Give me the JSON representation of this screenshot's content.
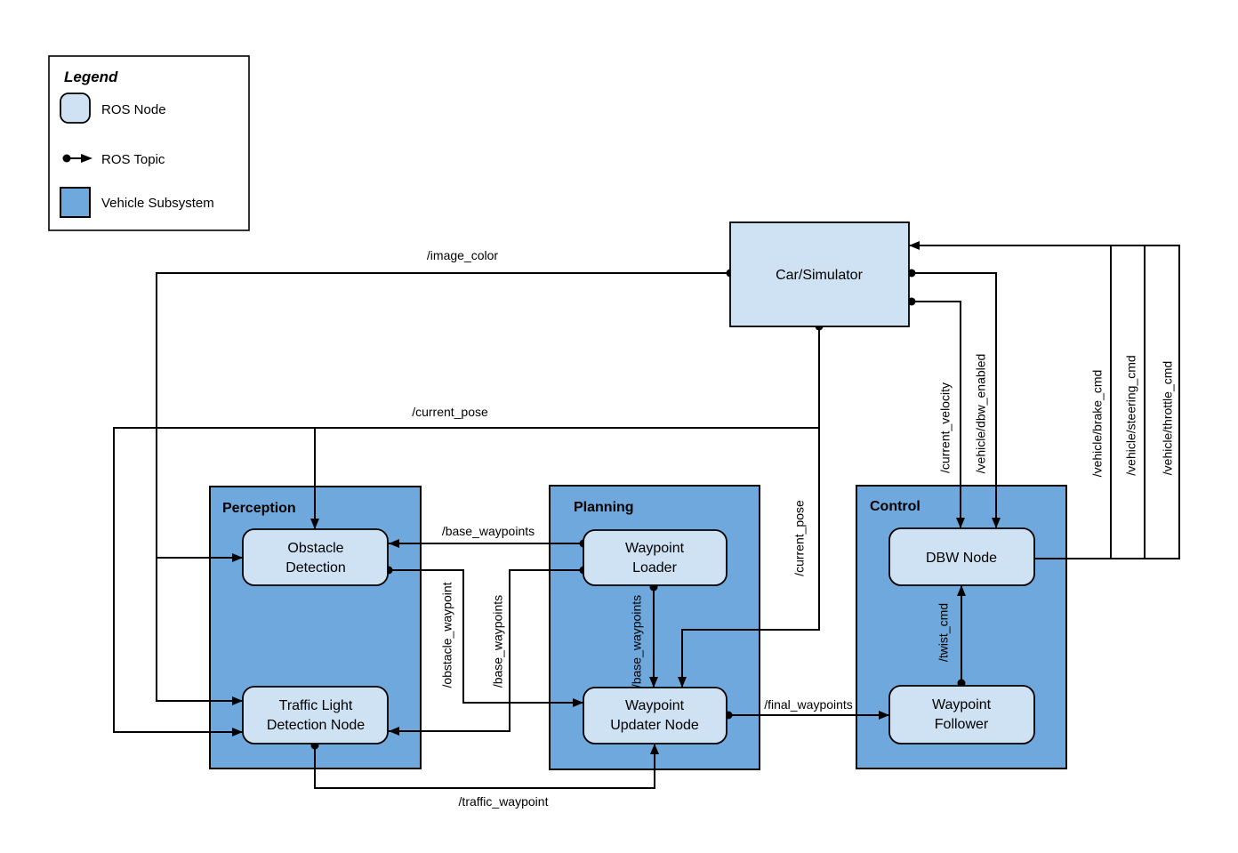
{
  "colors": {
    "ros_node_fill": "#cfe2f3",
    "vehicle_subsystem_fill": "#6fa8dc",
    "connector": "#000000",
    "border": "#000000",
    "background": "#ffffff"
  },
  "legend": {
    "title": "Legend",
    "items": [
      {
        "label": "ROS Node",
        "swatch": "ros-node"
      },
      {
        "label": "ROS Topic",
        "swatch": "topic-arrow"
      },
      {
        "label": "Vehicle Subsystem",
        "swatch": "vehicle-subsystem"
      }
    ]
  },
  "subsystems": {
    "perception": {
      "title": "Perception"
    },
    "planning": {
      "title": "Planning"
    },
    "control": {
      "title": "Control"
    }
  },
  "nodes": {
    "car_simulator": {
      "label": "Car/Simulator"
    },
    "obstacle_detection": {
      "lines": [
        "Obstacle",
        "Detection"
      ]
    },
    "traffic_light_detection": {
      "lines": [
        "Traffic Light",
        "Detection Node"
      ]
    },
    "waypoint_loader": {
      "lines": [
        "Waypoint",
        "Loader"
      ]
    },
    "waypoint_updater": {
      "lines": [
        "Waypoint",
        "Updater Node"
      ]
    },
    "dbw_node": {
      "label": "DBW Node"
    },
    "waypoint_follower": {
      "lines": [
        "Waypoint",
        "Follower"
      ]
    }
  },
  "topics": {
    "image_color": {
      "label": "/image_color"
    },
    "current_pose": {
      "label": "/current_pose"
    },
    "base_waypoints": {
      "label": "/base_waypoints"
    },
    "obstacle_waypoint": {
      "label": "/obstacle_waypoint"
    },
    "traffic_waypoint": {
      "label": "/traffic_waypoint"
    },
    "final_waypoints": {
      "label": "/final_waypoints"
    },
    "twist_cmd": {
      "label": "/twist_cmd"
    },
    "current_velocity": {
      "label": "/current_velocity"
    },
    "dbw_enabled": {
      "label": "/vehicle/dbw_enabled"
    },
    "brake_cmd": {
      "label": "/vehicle/brake_cmd"
    },
    "steering_cmd": {
      "label": "/vehicle/steering_cmd"
    },
    "throttle_cmd": {
      "label": "/vehicle/throttle_cmd"
    }
  }
}
